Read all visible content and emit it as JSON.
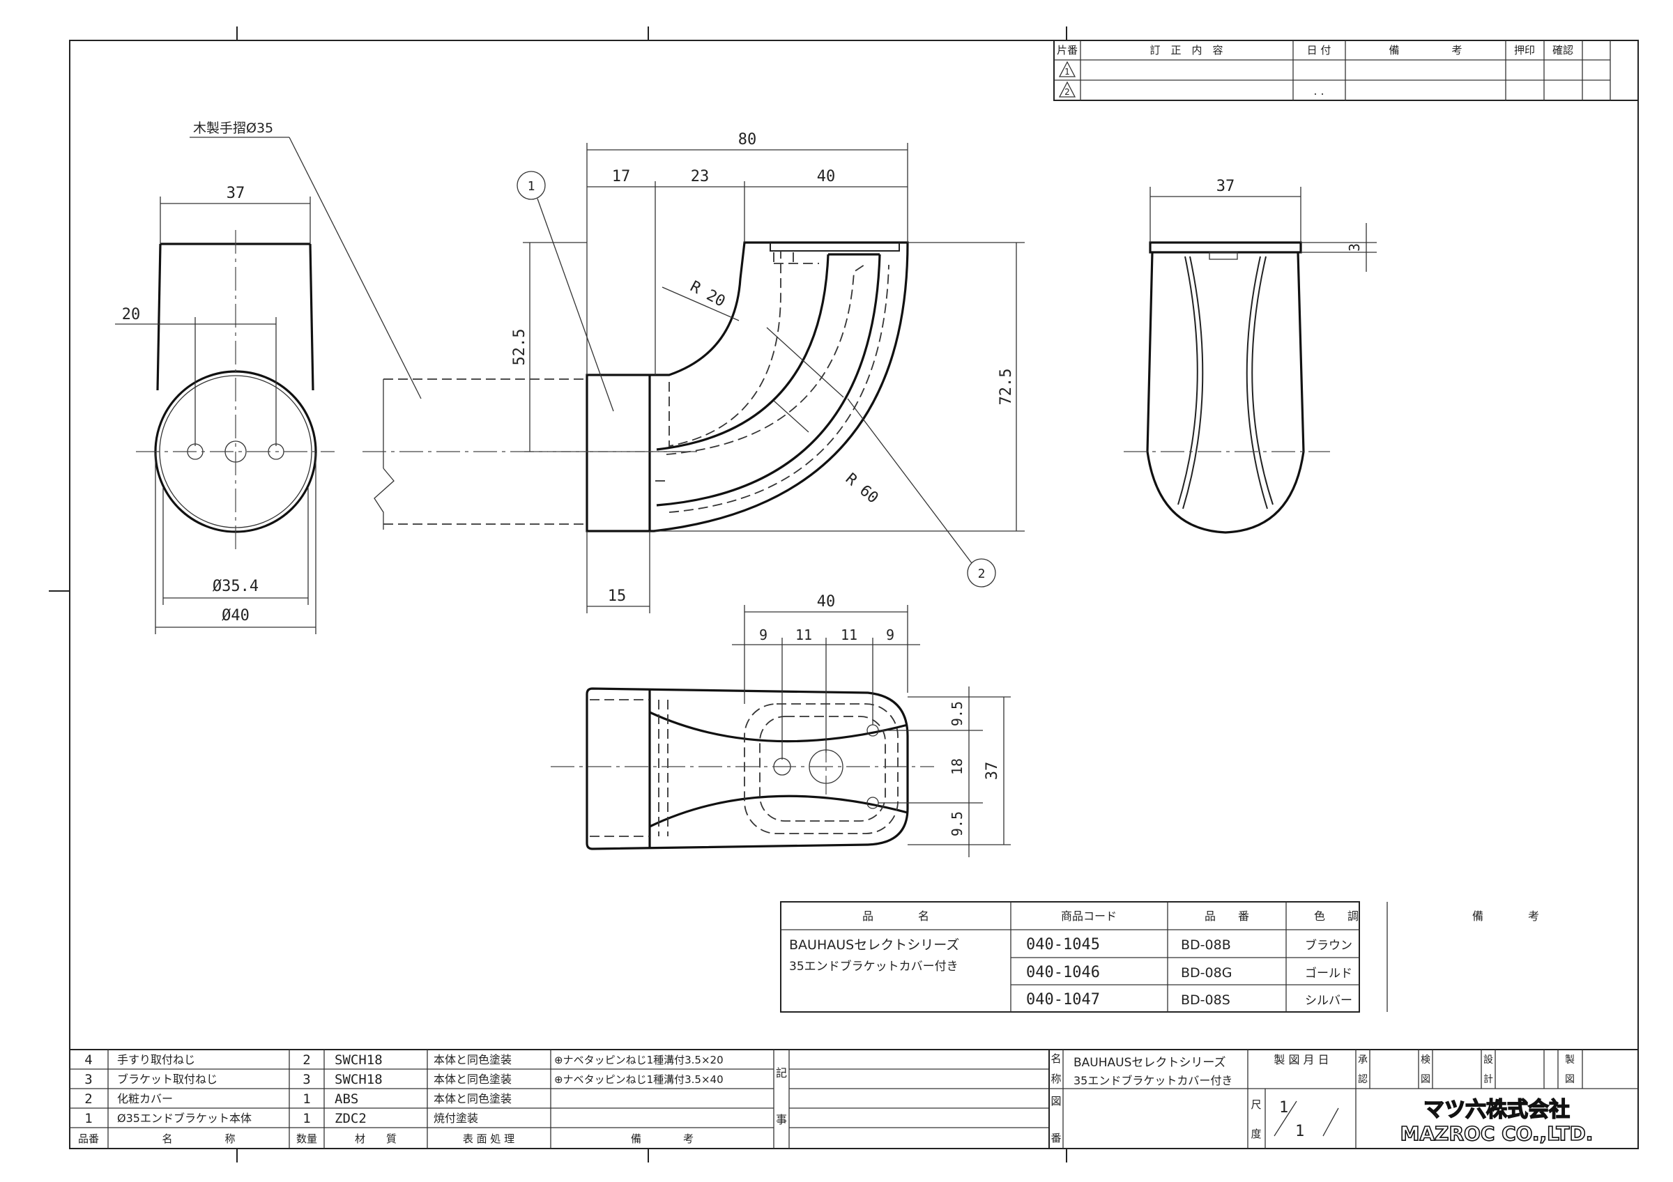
{
  "revision_table": {
    "headers": [
      "片番",
      "訂　正　内　容",
      "日 付",
      "備　　　　　考",
      "押印",
      "確認"
    ],
    "rows": [
      {
        "mark": "1",
        "date": ""
      },
      {
        "mark": "2",
        "date": ". ."
      }
    ]
  },
  "dims": {
    "front_w37": "37",
    "front_20": "20",
    "front_d354": "Ø35.4",
    "front_d40": "Ø40",
    "handrail": "木製手摺Ø35",
    "side_80": "80",
    "side_17": "17",
    "side_23": "23",
    "side_40": "40",
    "side_525": "52.5",
    "side_r20": "R 20",
    "side_r60": "R 60",
    "side_725": "72.5",
    "side_15": "15",
    "balloon1": "1",
    "balloon2": "2",
    "right_37": "37",
    "right_3": "3",
    "bot_40": "40",
    "bot_9a": "9",
    "bot_11a": "11",
    "bot_11b": "11",
    "bot_9b": "9",
    "bot_95a": "9.5",
    "bot_18": "18",
    "bot_95b": "9.5",
    "bot_37": "37"
  },
  "product_table": {
    "headers": [
      "品　　　　名",
      "商品コード",
      "品　　番",
      "色　　調",
      "備　　　　考"
    ],
    "name_line1": "BAUHAUSセレクトシリーズ",
    "name_line2": "35エンドブラケットカバー付き",
    "rows": [
      {
        "code": "040-1045",
        "part": "BD-08B",
        "color": "ブラウン"
      },
      {
        "code": "040-1046",
        "part": "BD-08G",
        "color": "ゴールド"
      },
      {
        "code": "040-1047",
        "part": "BD-08S",
        "color": "シルバー"
      }
    ]
  },
  "parts_list": {
    "headers": [
      "品番",
      "名　　　　　称",
      "数量",
      "材　　質",
      "表 面 処 理",
      "備　　　　考"
    ],
    "rows": [
      {
        "no": "4",
        "name": "手すり取付ねじ",
        "qty": "2",
        "material": "SWCH18",
        "finish": "本体と同色塗装",
        "note": "⊕ナベタッピンねじ1種溝付3.5×20"
      },
      {
        "no": "3",
        "name": "ブラケット取付ねじ",
        "qty": "3",
        "material": "SWCH18",
        "finish": "本体と同色塗装",
        "note": "⊕ナベタッピンねじ1種溝付3.5×40"
      },
      {
        "no": "2",
        "name": "化粧カバー",
        "qty": "1",
        "material": "ABS",
        "finish": "本体と同色塗装",
        "note": ""
      },
      {
        "no": "1",
        "name": "Ø35エンドブラケット本体",
        "qty": "1",
        "material": "ZDC2",
        "finish": "焼付塗装",
        "note": ""
      }
    ],
    "memo_label_top": "記",
    "memo_label_bottom": "事"
  },
  "title_block": {
    "name_label_1": "名",
    "name_label_2": "称",
    "name_line1": "BAUHAUSセレクトシリーズ",
    "name_line2": "35エンドブラケットカバー付き",
    "drawing_no_label_1": "図",
    "drawing_no_label_2": "番",
    "date_label": "製 図 月 日",
    "scale_label_1": "尺",
    "scale_label_2": "度",
    "scale_num": "1",
    "scale_den": "1",
    "approval": [
      "承",
      "認"
    ],
    "inspect": [
      "検",
      "図"
    ],
    "design": [
      "設",
      "計"
    ],
    "draft": [
      "製",
      "図"
    ],
    "company_jp": "マツ六株式会社",
    "company_en": "MAZROC CO.,LTD."
  }
}
